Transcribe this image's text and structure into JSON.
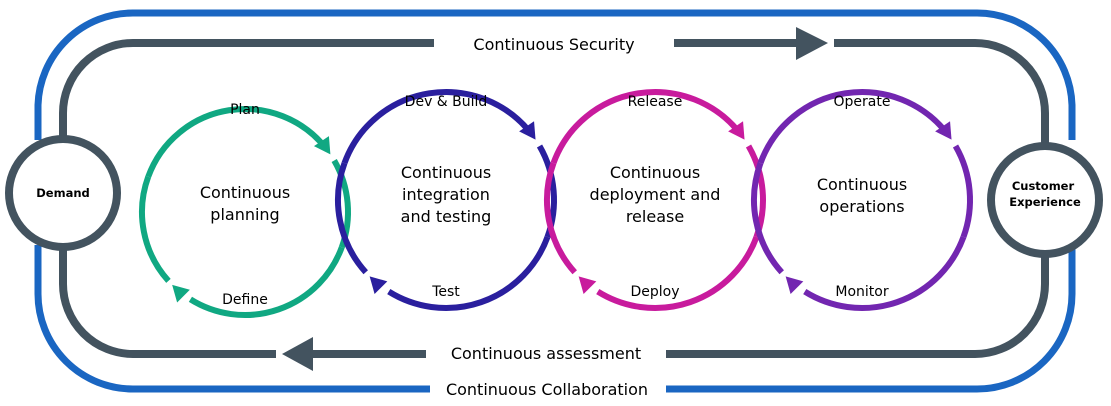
{
  "colors": {
    "collaboration": "#1a66c2",
    "loop": "#43535f",
    "planning": "#10a882",
    "integration": "#2a1f9e",
    "deployment": "#c81b9d",
    "operations": "#7226b0"
  },
  "bands": {
    "security": "Continuous Security",
    "assessment": "Continuous assessment",
    "collaboration": "Continuous Collaboration"
  },
  "nodes": {
    "demand": "Demand",
    "customer": [
      "Customer",
      "Experience"
    ]
  },
  "stages": [
    {
      "id": "planning",
      "title": [
        "Continuous",
        "planning"
      ],
      "top": "Plan",
      "bottom": "Define"
    },
    {
      "id": "integration",
      "title": [
        "Continuous",
        "integration",
        "and testing"
      ],
      "top": "Dev & Build",
      "bottom": "Test"
    },
    {
      "id": "deployment",
      "title": [
        "Continuous",
        "deployment and",
        "release"
      ],
      "top": "Release",
      "bottom": "Deploy"
    },
    {
      "id": "operations",
      "title": [
        "Continuous",
        "operations"
      ],
      "top": "Operate",
      "bottom": "Monitor"
    }
  ]
}
